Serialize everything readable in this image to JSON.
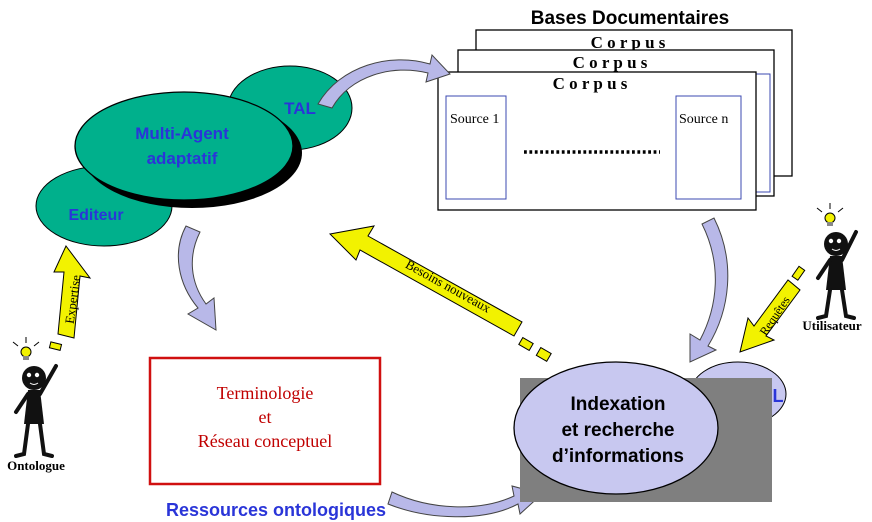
{
  "bases": {
    "title": "Bases   Documentaires",
    "corpus_back": "C o r p u s",
    "corpus_mid": "C o r p u s",
    "corpus_front": "C o r p u s",
    "source_1": "Source 1",
    "source_n": "Source n",
    "dots": "………………………"
  },
  "agents": {
    "tal_top": "TAL",
    "multi_agent_line1": "Multi-Agent",
    "multi_agent_line2": "adaptatif",
    "editeur": "Editeur"
  },
  "arrows": {
    "expertise": "Expertise",
    "besoins_nouveaux": "Besoins nouveaux",
    "requetes": "Requêtes"
  },
  "actors": {
    "ontologue": "Ontologue",
    "utilisateur": "Utilisateur"
  },
  "ressources": {
    "line1": "Terminologie",
    "line2": "et",
    "line3": "Réseau conceptuel",
    "caption": "Ressources ontologiques"
  },
  "indexation": {
    "tal_partial": "L",
    "line1": "Indexation",
    "line2": "et recherche",
    "line3": "d’informations"
  },
  "colors": {
    "ellipse_fill": "#00b08c",
    "ellipse_text": "#2a35d8",
    "arrow_fill": "#b8b8e8",
    "yellow_fill": "#f2f200",
    "red_border": "#d01010",
    "red_text": "#c00000",
    "index_fill": "#c8c8f0",
    "gray_box": "#7f7f7f"
  }
}
